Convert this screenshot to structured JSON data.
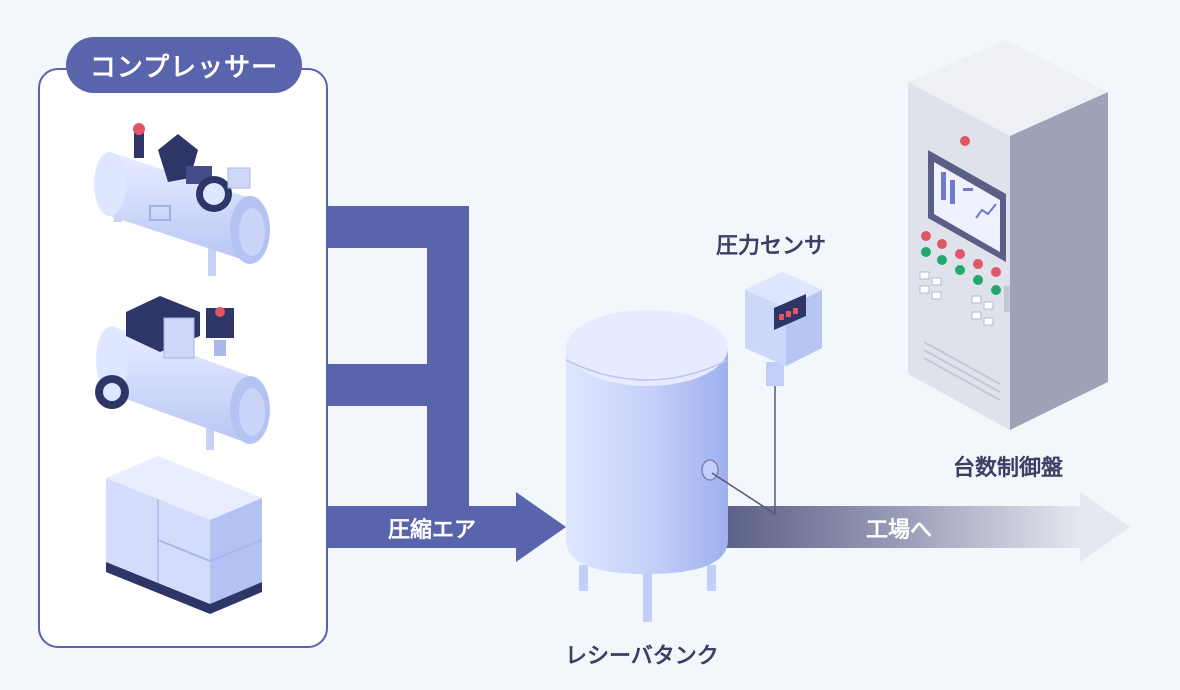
{
  "compressor_section": {
    "title": "コンプレッサー"
  },
  "flow": {
    "compressed_air_label": "圧縮エア",
    "to_factory_label": "工場へ"
  },
  "receiver_tank": {
    "label": "レシーバタンク"
  },
  "pressure_sensor": {
    "label": "圧力センサ"
  },
  "control_panel": {
    "label": "台数制御盤"
  },
  "colors": {
    "primary": "#5a64ad",
    "background": "#f2f7fb",
    "equipment_light": "#cfd8f7",
    "equipment_dark": "#2e3567",
    "cabinet": "#dde0ea"
  }
}
